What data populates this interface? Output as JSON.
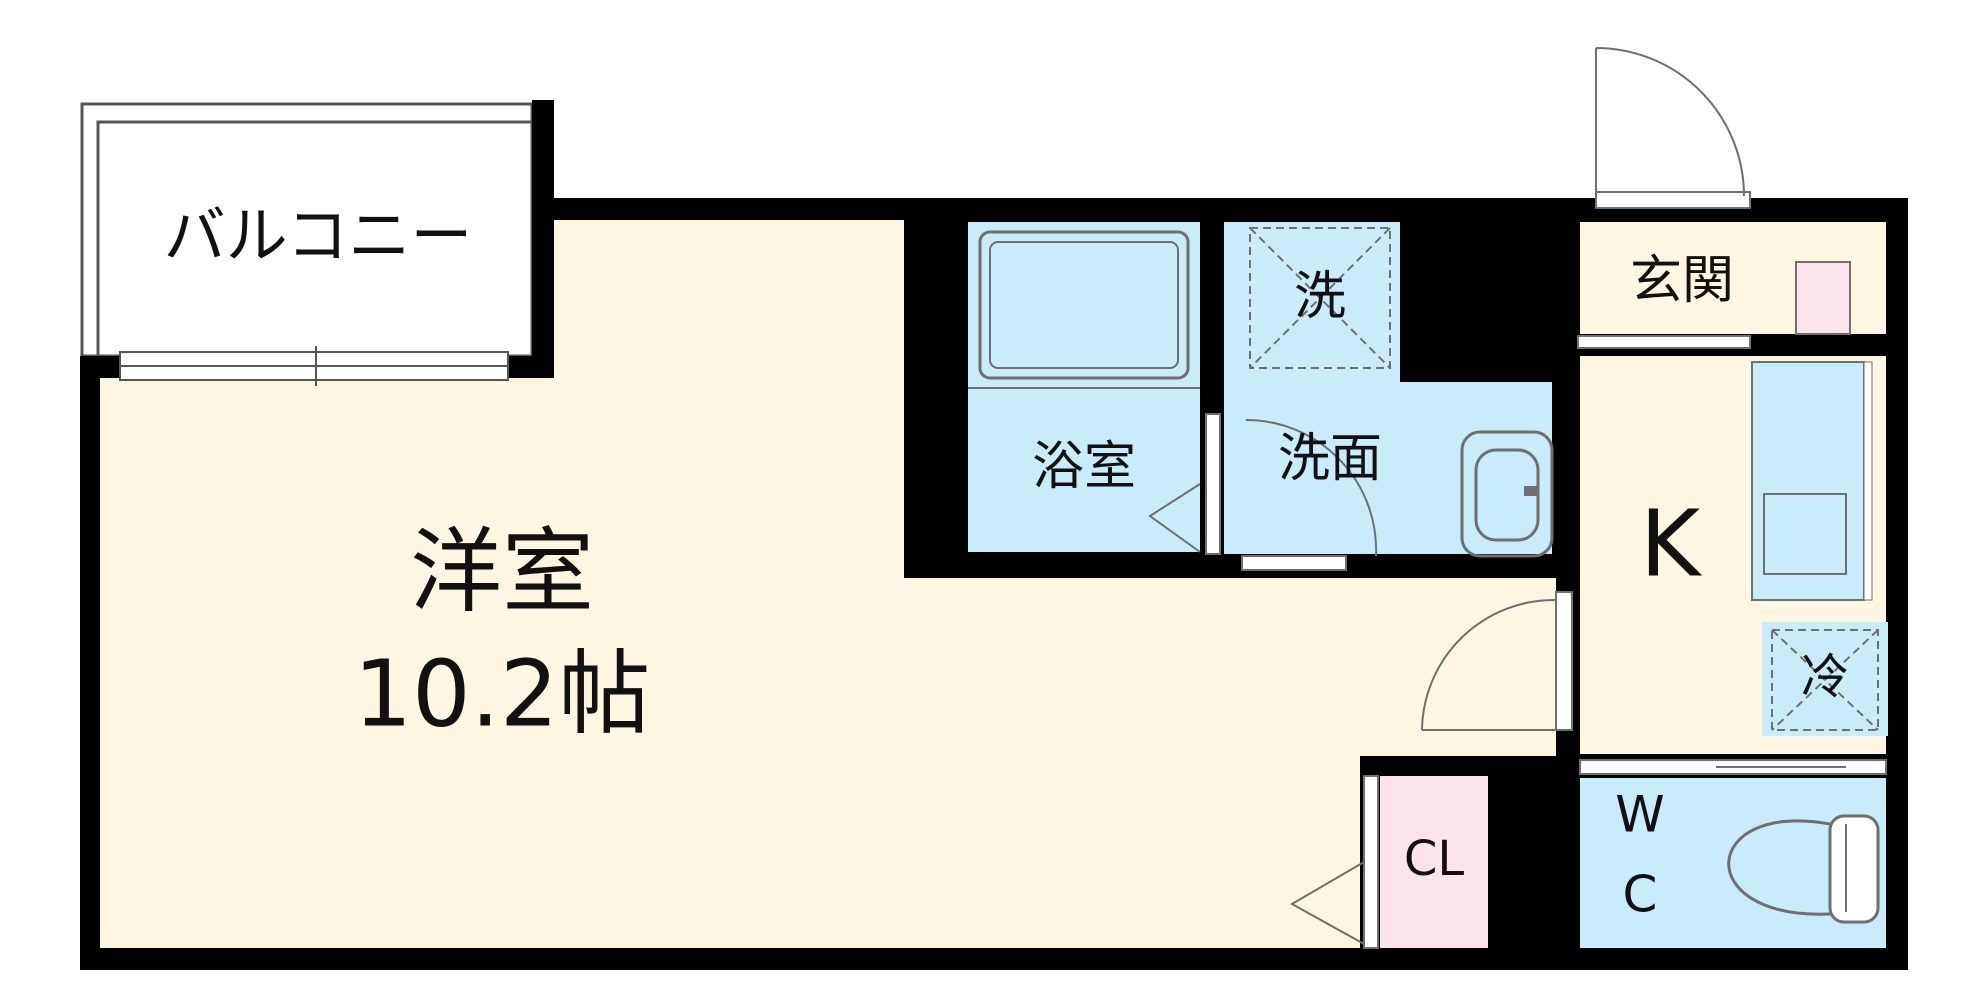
{
  "colors": {
    "wall": "#000000",
    "room_floor": "#fdf6e2",
    "wet_area": "#c9ecfa",
    "closet": "#fbe4ee",
    "balcony": "#ffffff",
    "fixture_line": "#6f6f6f"
  },
  "rooms": {
    "balcony": {
      "label": "バルコニー"
    },
    "western_room": {
      "label": "洋室",
      "size": "10.2帖"
    },
    "bathroom": {
      "label": "浴室"
    },
    "washer": {
      "label": "洗"
    },
    "washroom": {
      "label": "洗面"
    },
    "entrance": {
      "label": "玄関"
    },
    "kitchen": {
      "label": "K"
    },
    "fridge": {
      "label": "冷"
    },
    "toilet": {
      "label_line1": "W",
      "label_line2": "C"
    },
    "closet": {
      "label": "CL"
    }
  }
}
